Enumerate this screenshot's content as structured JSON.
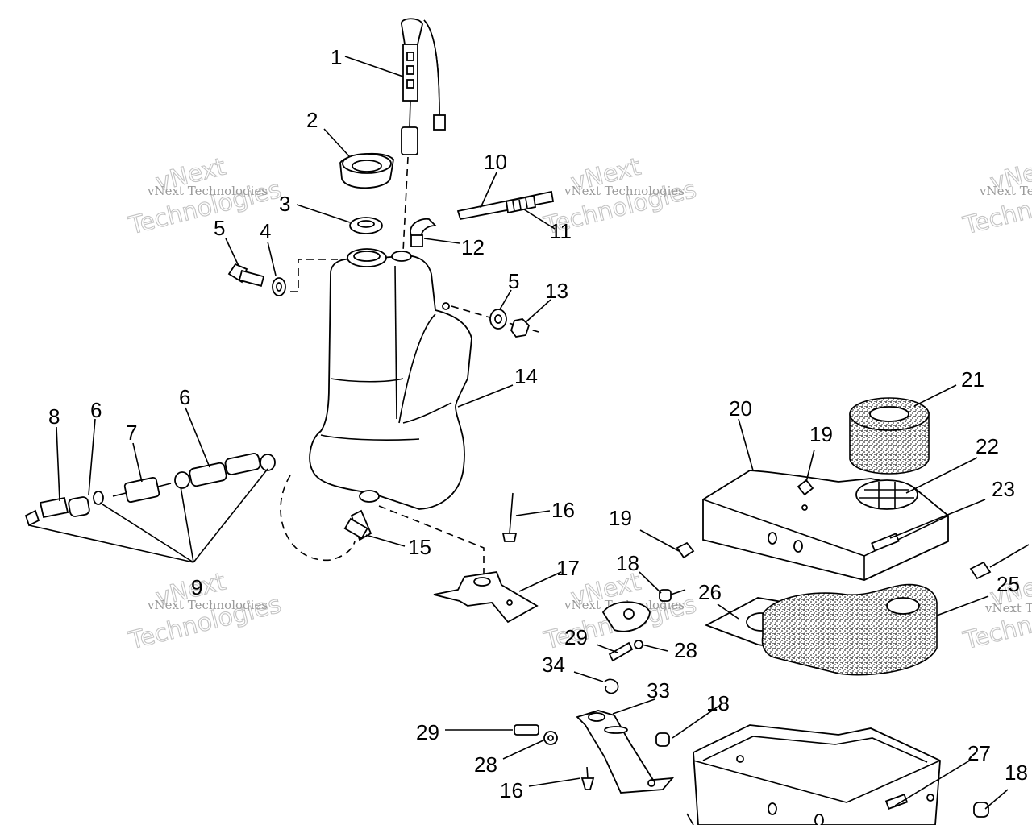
{
  "watermark": {
    "small": "vNext Technologies",
    "big": "Technologies",
    "outline": "vNext"
  },
  "callouts": [
    {
      "id": "c1",
      "text": "1"
    },
    {
      "id": "c2",
      "text": "2"
    },
    {
      "id": "c3",
      "text": "3"
    },
    {
      "id": "c4",
      "text": "4"
    },
    {
      "id": "c5a",
      "text": "5"
    },
    {
      "id": "c5b",
      "text": "5"
    },
    {
      "id": "c6a",
      "text": "6"
    },
    {
      "id": "c6b",
      "text": "6"
    },
    {
      "id": "c7",
      "text": "7"
    },
    {
      "id": "c8",
      "text": "8"
    },
    {
      "id": "c9",
      "text": "9"
    },
    {
      "id": "c10",
      "text": "10"
    },
    {
      "id": "c11",
      "text": "11"
    },
    {
      "id": "c12",
      "text": "12"
    },
    {
      "id": "c13",
      "text": "13"
    },
    {
      "id": "c14",
      "text": "14"
    },
    {
      "id": "c15",
      "text": "15"
    },
    {
      "id": "c16a",
      "text": "16"
    },
    {
      "id": "c16b",
      "text": "16"
    },
    {
      "id": "c17",
      "text": "17"
    },
    {
      "id": "c18a",
      "text": "18"
    },
    {
      "id": "c18b",
      "text": "18"
    },
    {
      "id": "c18c",
      "text": "18"
    },
    {
      "id": "c19a",
      "text": "19"
    },
    {
      "id": "c19b",
      "text": "19"
    },
    {
      "id": "c20",
      "text": "20"
    },
    {
      "id": "c21",
      "text": "21"
    },
    {
      "id": "c22",
      "text": "22"
    },
    {
      "id": "c23",
      "text": "23"
    },
    {
      "id": "c25",
      "text": "25"
    },
    {
      "id": "c26",
      "text": "26"
    },
    {
      "id": "c27",
      "text": "27"
    },
    {
      "id": "c28a",
      "text": "28"
    },
    {
      "id": "c28b",
      "text": "28"
    },
    {
      "id": "c29a",
      "text": "29"
    },
    {
      "id": "c29b",
      "text": "29"
    },
    {
      "id": "c33",
      "text": "33"
    },
    {
      "id": "c34",
      "text": "34"
    }
  ]
}
